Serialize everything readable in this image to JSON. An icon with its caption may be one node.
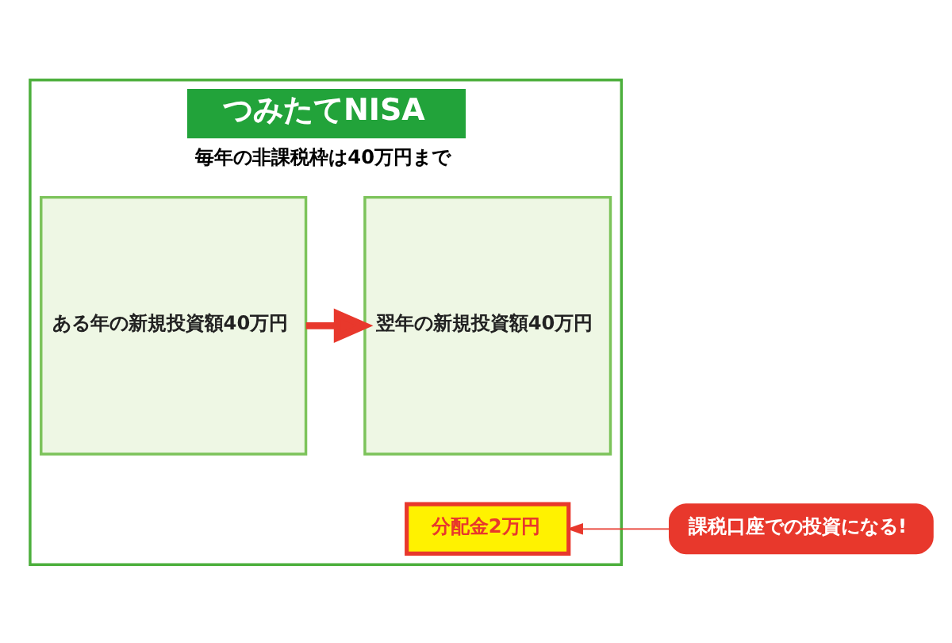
{
  "diagram": {
    "nodes": [
      {
        "text": [
          "つみたてNISA",
          "毎年の非課税枠は40万円まで"
        ]
      },
      {
        "text": [
          "ある年の新規投資額40万円"
        ],
        "in": 0
      },
      {
        "text": [
          "分配金2万円"
        ],
        "in": 0
      },
      {
        "text": [
          "翌年の新規投資額40万円"
        ],
        "in": 0
      },
      {
        "text": [
          "課税口座での投資になる!"
        ]
      }
    ],
    "edges": [
      {
        "from": 1,
        "to": 3,
        "arrow": "to",
        "style": "thick",
        "color": "#e8382c"
      },
      {
        "from": 4,
        "to": 2,
        "arrow": "to",
        "color": "#e8382c"
      }
    ]
  }
}
